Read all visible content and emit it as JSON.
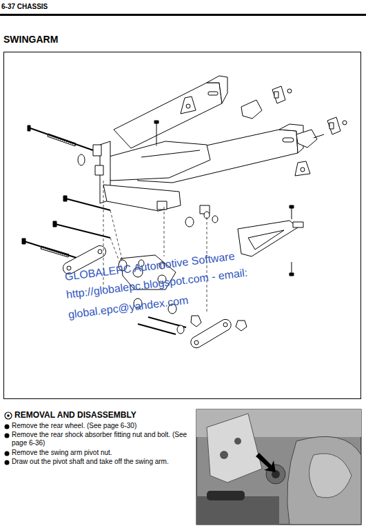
{
  "diagram": {
    "title": "SWINGARM",
    "labels": [
      "6-37 CHASSIS",
      "GLOBALEPC Automotive Software",
      "http://globalepc.blogspot.com - email:",
      "global.epc@yandex.com",
      "REMOVAL AND DISASSEMBLY",
      "Remove the rear wheel. (See page 6-30)",
      "Remove the rear shock absorber fitting nut and bolt. (See page 6-36)",
      "Remove the swing arm pivot nut.",
      "Draw out the pivot shaft and take off the swing arm."
    ]
  }
}
